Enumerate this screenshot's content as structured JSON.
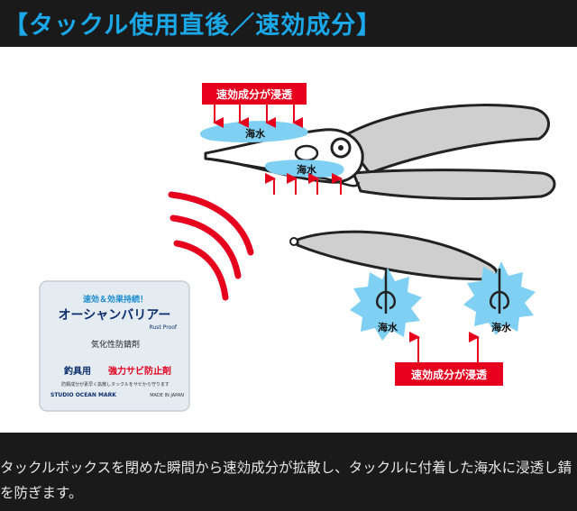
{
  "header": {
    "title": "【タックル使用直後／速効成分】"
  },
  "diagram": {
    "callout_top": "速効成分が浸透",
    "callout_bottom": "速効成分が浸透",
    "seawater_label": "海水",
    "colors": {
      "accent_blue": "#1aa8e8",
      "water_blue": "#7fd0f2",
      "arrow_red": "#e6001e",
      "tool_gray": "#c8c8c8"
    }
  },
  "product": {
    "tagline": "速効＆効果持続！",
    "brand": "オーシャンバリアー",
    "sub_brand": "Rust Proof",
    "type": "気化性防錆剤",
    "usage_prefix": "釣具用",
    "usage_main": "強力サビ防止剤",
    "fine_print": "防錆成分が素早く拡散しタックルをサビから守ります",
    "maker": "STUDIO OCEAN MARK",
    "made_in": "MADE IN JAPAN"
  },
  "caption": "タックルボックスを閉めた瞬間から速効成分が拡散し、タックルに付着した海水に浸透し錆を防ぎます。"
}
